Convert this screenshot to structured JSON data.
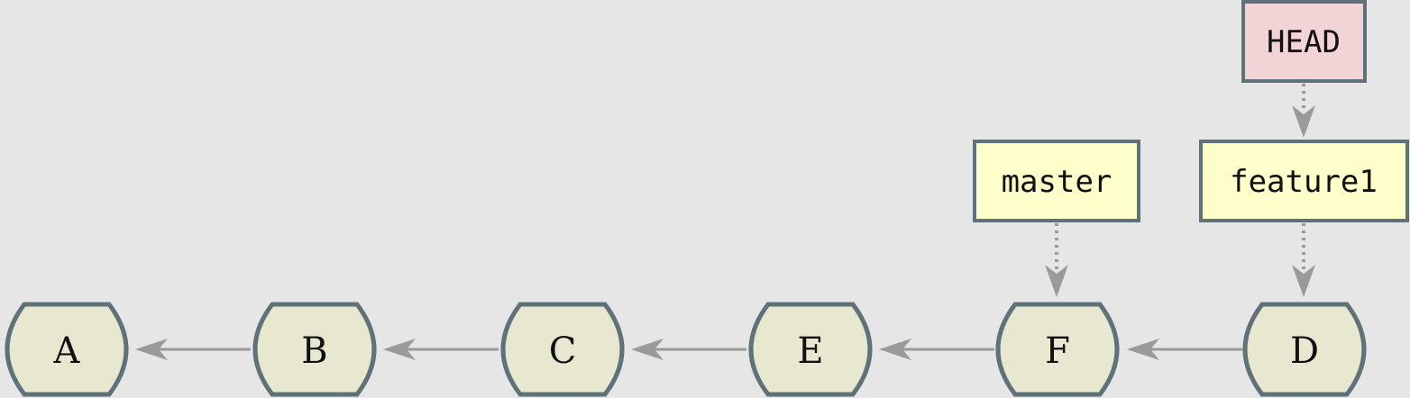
{
  "commits": [
    {
      "id": "A",
      "label": "A"
    },
    {
      "id": "B",
      "label": "B"
    },
    {
      "id": "C",
      "label": "C"
    },
    {
      "id": "E",
      "label": "E"
    },
    {
      "id": "F",
      "label": "F"
    },
    {
      "id": "D",
      "label": "D"
    }
  ],
  "parent_edges": [
    {
      "from": "B",
      "to": "A"
    },
    {
      "from": "C",
      "to": "B"
    },
    {
      "from": "E",
      "to": "C"
    },
    {
      "from": "F",
      "to": "E"
    },
    {
      "from": "D",
      "to": "F"
    }
  ],
  "branches": [
    {
      "name": "master",
      "points_to": "F"
    },
    {
      "name": "feature1",
      "points_to": "D"
    }
  ],
  "head": {
    "label": "HEAD",
    "points_to": "feature1"
  },
  "colors": {
    "background": "#e6e6e6",
    "commit_fill": "#e7e8cf",
    "border": "#5f7179",
    "branch_fill": "#fefecb",
    "head_fill": "#f2d4d6",
    "arrow": "#9a9a9a"
  }
}
